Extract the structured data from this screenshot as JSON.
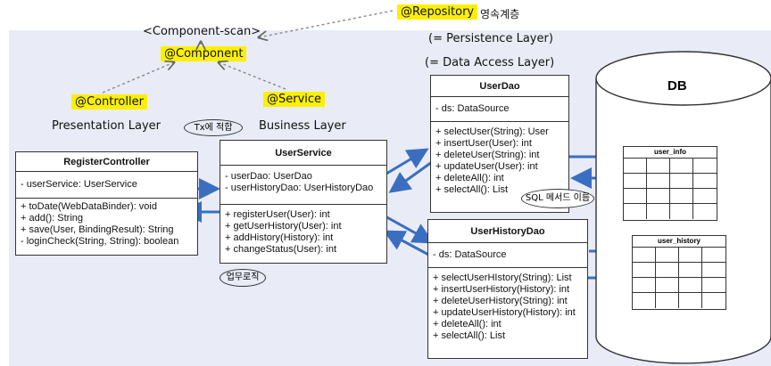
{
  "annotations": {
    "repository": "@Repository",
    "repository_note": "영속계층",
    "component_scan": "<Component-scan>",
    "component": "@Component",
    "controller": "@Controller",
    "service": "@Service",
    "persistence_layer": "(= Persistence Layer)",
    "data_access_layer": "(= Data Access Layer)",
    "presentation_layer": "Presentation Layer",
    "tx_note": "Tx에 적합",
    "business_layer": "Business Layer",
    "sql_note": "SQL 메서드 이름",
    "business_logic_note": "업무로직"
  },
  "classes": {
    "register_controller": {
      "name": "RegisterController",
      "fields": [
        "- userService: UserService"
      ],
      "methods": [
        "+ toDate(WebDataBinder): void",
        "+ add(): String",
        "+ save(User, BindingResult): String",
        "- loginCheck(String, String): boolean"
      ]
    },
    "user_service": {
      "name": "UserService",
      "fields": [
        "- userDao: UserDao",
        "- userHistoryDao: UserHistoryDao"
      ],
      "methods": [
        "+ registerUser(User): int",
        "+ getUserHistory(User): int",
        "+ addHistory(History): int",
        "+ changeStatus(User): int"
      ]
    },
    "user_dao": {
      "name": "UserDao",
      "fields": [
        "- ds: DataSource"
      ],
      "methods": [
        "+ selectUser(String): User",
        "+ insertUser(User): int",
        "+ deleteUser(String): int",
        "+ updateUser(User): int",
        "+ deleteAll(): int",
        "+ selectAll(): List"
      ]
    },
    "user_history_dao": {
      "name": "UserHistoryDao",
      "fields": [
        "- ds: DataSource"
      ],
      "methods": [
        "+ selectUserHIstory(String): List",
        "+ insertUserHistory(History): int",
        "+ deleteUserHistory(String): int",
        "+ updateUserHistory(History): int",
        "+ deleteAll(): int",
        "+ selectAll(): List"
      ]
    }
  },
  "database": {
    "label": "DB",
    "tables": [
      "user_info",
      "user_history"
    ]
  },
  "colors": {
    "highlight": "#fbf000",
    "arrow": "#3a6fc0",
    "background": "#e9ecf6"
  }
}
